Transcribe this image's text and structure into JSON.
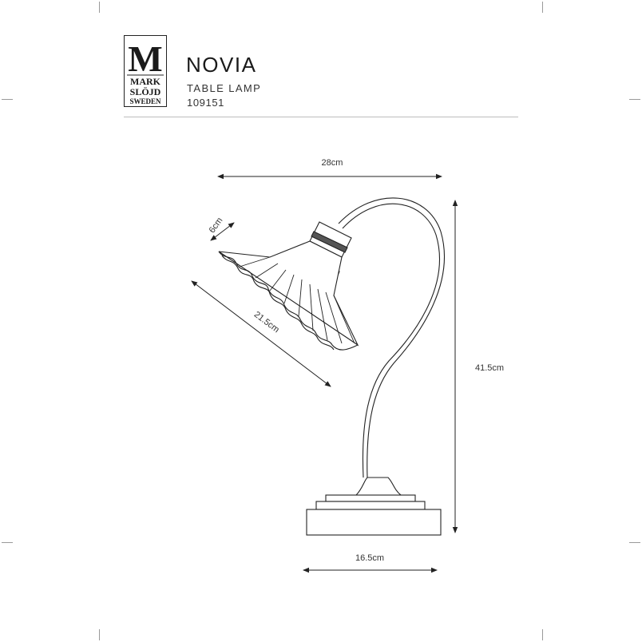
{
  "brand": {
    "logo_letter": "M",
    "logo_line1": "MARK",
    "logo_line2": "SLÖJD",
    "logo_line3": "SWEDEN"
  },
  "product": {
    "name": "NOVIA",
    "type": "TABLE LAMP",
    "code": "109151"
  },
  "dimensions": {
    "width": "28cm",
    "shade_depth": "6cm",
    "shade_diameter": "21.5cm",
    "height": "41.5cm",
    "base": "16.5cm"
  }
}
